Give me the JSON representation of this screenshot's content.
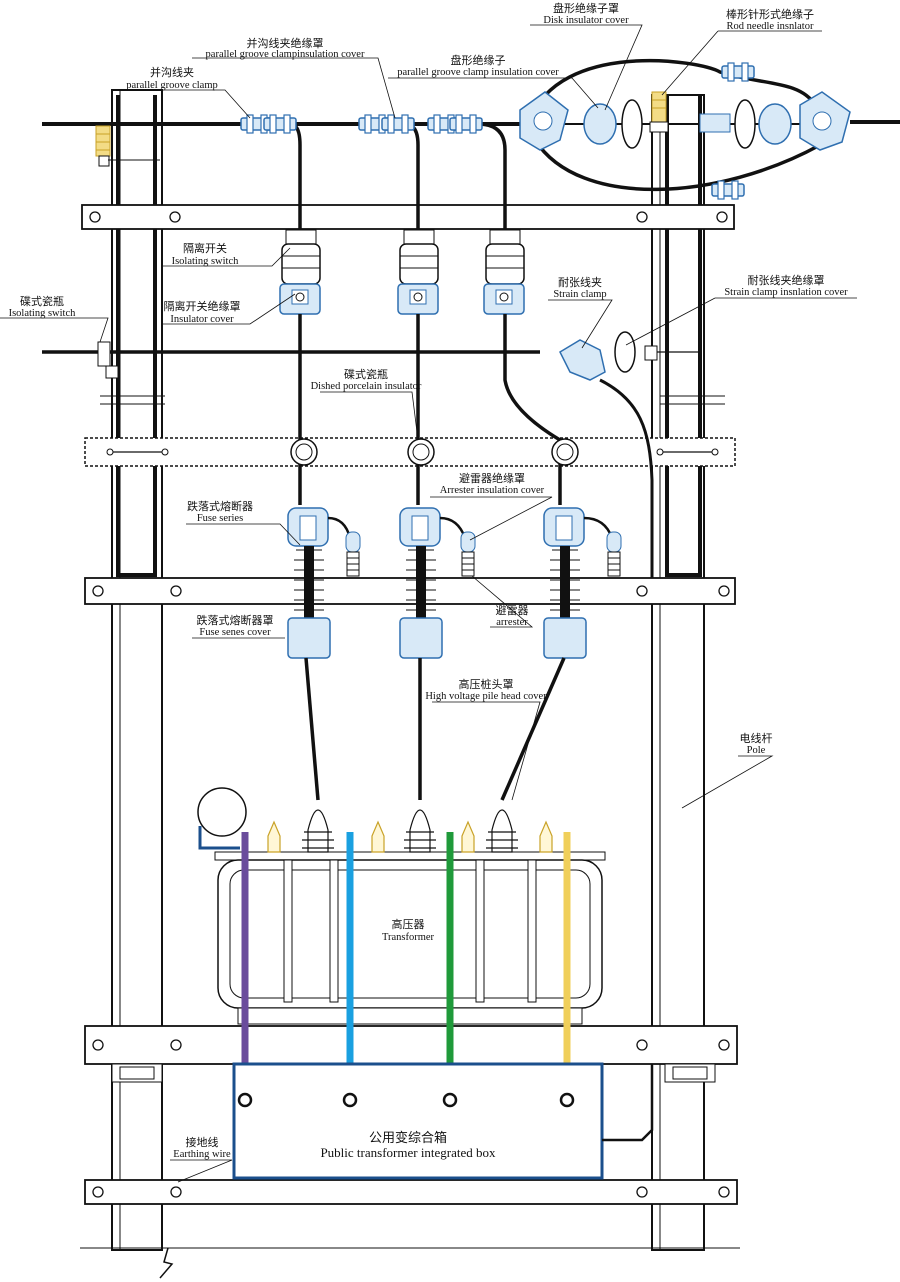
{
  "labels": {
    "parallel_groove_clamp_insulation_cover": {
      "zh": "并沟线夹绝缘罩",
      "en": "parallel groove clampinsulation cover"
    },
    "parallel_groove_clamp": {
      "zh": "并沟线夹",
      "en": "parallel groove clamp"
    },
    "disk_insulator": {
      "zh": "盘形绝缘子",
      "en": "parallel groove clamp insulation cover"
    },
    "disk_insulator_cover": {
      "zh": "盘形绝缘子罩",
      "en": "Disk insulator cover"
    },
    "rod_needle_insulator": {
      "zh": "棒形针形式绝缘子",
      "en": "Rod needle insnlator"
    },
    "isolating_switch": {
      "zh": "隔离开关",
      "en": "Isolating switch"
    },
    "isolating_switch_cover": {
      "zh": "隔离开关绝缘罩",
      "en": "Insulator cover"
    },
    "butterfly_porcelain_bottle": {
      "zh": "碟式瓷瓶",
      "en": "Isolating switch"
    },
    "strain_clamp": {
      "zh": "耐张线夹",
      "en": "Strain clamp"
    },
    "strain_clamp_cover": {
      "zh": "耐张线夹绝缘罩",
      "en": "Strain clamp insnlation cover"
    },
    "dished_porcelain_insulator": {
      "zh": "碟式瓷瓶",
      "en": "Dished porcelain insulator"
    },
    "arrester_insulation_cover": {
      "zh": "避雷器绝缘罩",
      "en": "Arrester insulation cover"
    },
    "fuse_series": {
      "zh": "跌落式熔断器",
      "en": "Fuse series"
    },
    "fuse_series_cover": {
      "zh": "跌落式熔断器罩",
      "en": "Fuse senes cover"
    },
    "arrester": {
      "zh": "避雷器",
      "en": "arrester"
    },
    "hv_pile_head_cover": {
      "zh": "高压桩头罩",
      "en": "High voltage pile head cover"
    },
    "pole": {
      "zh": "电线杆",
      "en": "Pole"
    },
    "transformer": {
      "zh": "高压器",
      "en": "Transformer"
    },
    "integrated_box": {
      "zh": "公用变综合箱",
      "en": "Public transformer integrated box"
    },
    "earthing_wire": {
      "zh": "接地线",
      "en": "Earthing wire"
    }
  },
  "colors": {
    "line": "#111111",
    "insulator_blue": "#2f6fb0",
    "insulator_fill": "#d8e9f7",
    "yellow_insulator": "#e8c64a",
    "box_border": "#1b4f8c",
    "phase_purple": "#6a4c9c",
    "phase_blue": "#1aa0e0",
    "phase_green": "#1f9a3a",
    "phase_yellow": "#f0cf5a"
  }
}
